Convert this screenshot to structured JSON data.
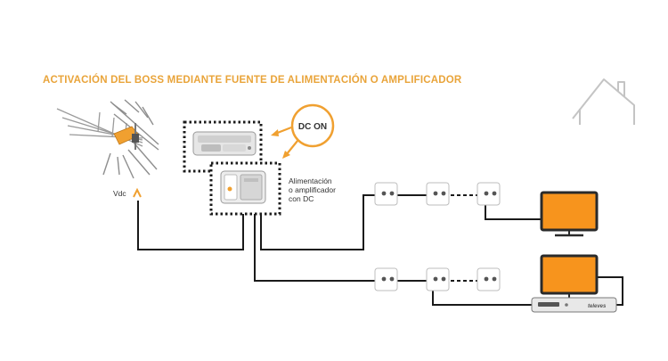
{
  "diagram": {
    "title": "ACTIVACIÓN DEL BOSS MEDIANTE FUENTE DE ALIMENTACIÓN O AMPLIFICADOR",
    "dc_badge": "DC ON",
    "vdc_label": "Vdc",
    "device_label": [
      "Alimentación",
      "o amplificador",
      "con DC"
    ],
    "brand_text": "televes"
  },
  "colors": {
    "accent": "#f0a030",
    "title": "#e9a43a",
    "line": "#1a1a1a",
    "screen": "#f7941d",
    "outline": "#b8b8b8"
  },
  "icons": {
    "house": "house-outline-icon",
    "antenna": "antenna-icon",
    "power_supply": "power-supply-icon",
    "amplifier": "amplifier-icon",
    "wall_outlet": "wall-outlet-icon",
    "tv": "tv-icon",
    "set_top_box": "set-top-box-icon"
  }
}
